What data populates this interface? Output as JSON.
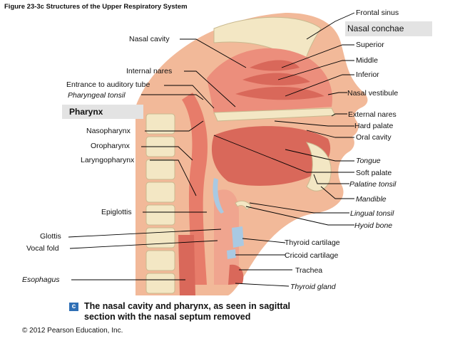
{
  "figure_title": "Figure 23-3c  Structures of the Upper Respiratory System",
  "pharynx_group": {
    "title": "Pharynx",
    "items": [
      "Nasopharynx",
      "Oropharynx",
      "Laryngopharynx"
    ]
  },
  "conchae_group": {
    "title": "Nasal conchae",
    "items": [
      "Superior",
      "Middle",
      "Inferior"
    ]
  },
  "labels_left": {
    "nasal_cavity": "Nasal cavity",
    "internal_nares": "Internal nares",
    "auditory_tube": "Entrance to auditory tube",
    "pharyngeal_tonsil": "Pharyngeal tonsil",
    "epiglottis": "Epiglottis",
    "glottis": "Glottis",
    "vocal_fold": "Vocal fold",
    "esophagus": "Esophagus"
  },
  "labels_right": {
    "frontal_sinus": "Frontal sinus",
    "nasal_vestibule": "Nasal vestibule",
    "external_nares": "External nares",
    "hard_palate": "Hard palate",
    "oral_cavity": "Oral cavity",
    "tongue": "Tongue",
    "soft_palate": "Soft palate",
    "palatine_tonsil": "Palatine tonsil",
    "mandible": "Mandible",
    "lingual_tonsil": "Lingual tonsil",
    "hyoid_bone": "Hyoid bone",
    "thyroid_cartilage": "Thyroid cartilage",
    "cricoid_cartilage": "Cricoid cartilage",
    "trachea": "Trachea",
    "thyroid_gland": "Thyroid gland"
  },
  "caption_badge": "c",
  "caption_line1": "The nasal cavity and pharynx, as seen in sagittal",
  "caption_line2": "section with the nasal septum removed",
  "copyright": "© 2012 Pearson Education, Inc.",
  "colors": {
    "skin": "#f2b999",
    "skin_dark": "#e39a7a",
    "muscle": "#d9685a",
    "muscle_light": "#ec8e7c",
    "bone": "#f3e7c4",
    "cartilage": "#a9c9e2",
    "mucosa": "#e77c6a",
    "box_gray": "#e3e3e3",
    "badge_blue": "#2f6fb5"
  }
}
